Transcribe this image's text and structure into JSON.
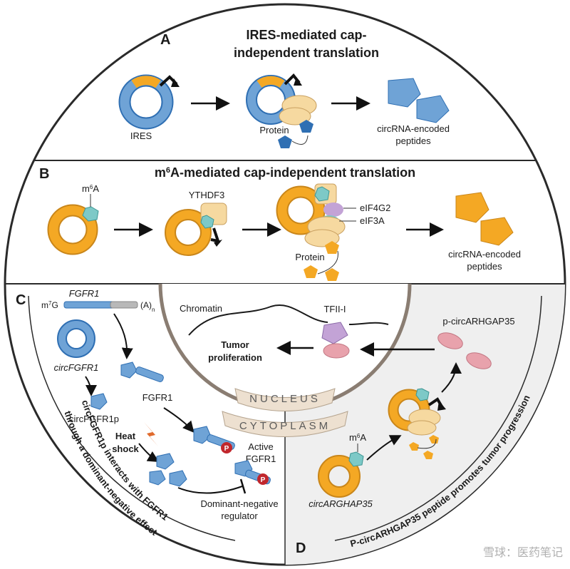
{
  "panel_a": {
    "letter": "A",
    "title_line1": "IRES-mediated cap-",
    "title_line2": "independent translation",
    "ires_label": "IRES",
    "protein_label": "Protein",
    "peptides_line1": "circRNA-encoded",
    "peptides_line2": "peptides"
  },
  "panel_b": {
    "letter": "B",
    "title_pre": "m",
    "title_sup": "6",
    "title_post": "A-mediated cap-independent translation",
    "m6a_pre": "m",
    "m6a_sup": "6",
    "m6a_post": "A",
    "ythdf3_label": "YTHDF3",
    "eif4g2_label": "eIF4G2",
    "eif3a_label": "eIF3A",
    "protein_label": "Protein",
    "peptides_line1": "circRNA-encoded",
    "peptides_line2": "peptides"
  },
  "panel_c": {
    "letter": "C",
    "m7g_pre": "m",
    "m7g_sup": "7",
    "m7g_post": "G",
    "polya_pre": "(A)",
    "polya_sub": "n",
    "fgfr1_gene": "FGFR1",
    "circ_label": "circFGFR1",
    "fgfr1_protein": "FGFR1",
    "circ_peptide": "circFGFR1p",
    "heat_line1": "Heat",
    "heat_line2": "shock",
    "active_line1": "Active",
    "active_line2": "FGFR1",
    "dn_line1": "Dominant-negative",
    "dn_line2": "regulator",
    "phospho": "P",
    "curved_line1": "circFGFR1p interacts with FGFR1",
    "curved_line2": "through a dominant-negative effect"
  },
  "nucleus": {
    "chromatin_label": "Chromatin",
    "tfii_label": "TFII-I",
    "tumor_line1": "Tumor",
    "tumor_line2": "proliferation",
    "nucleus_word": "NUCLEUS",
    "cytoplasm_word": "CYTOPLASM"
  },
  "panel_d": {
    "letter": "D",
    "p_circ_label": "p-circARHGAP35",
    "m6a_pre": "m",
    "m6a_sup": "6",
    "m6a_post": "A",
    "circ_label": "circARGHAP35",
    "curved_text": "P-circARHGAP35 peptide promotes tumor progression"
  },
  "watermark": "雪球：医药笔记",
  "colors": {
    "blue_ring": "#6fa3d6",
    "blue_dark": "#2f6fb3",
    "orange": "#f4a824",
    "orange_dark": "#c9861a",
    "teal": "#7dc9c7",
    "ribosome": "#f6d9a0",
    "pink": "#e8a2ac",
    "purple": "#c3a3d6",
    "grey_bg": "#efefef",
    "nucleus_ring": "#8a7d72",
    "nucleus_label_bg": "#ede0d0"
  }
}
